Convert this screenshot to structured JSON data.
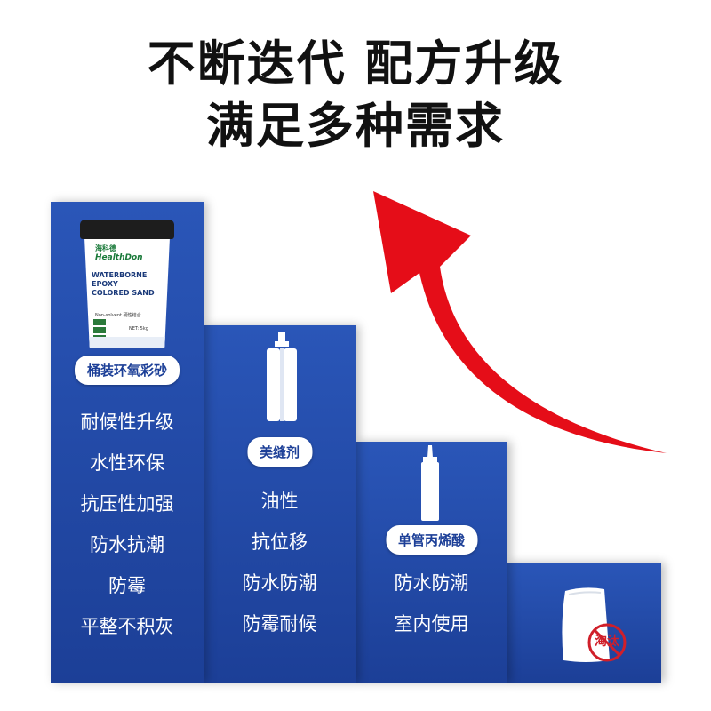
{
  "headline": {
    "line1": "不断迭代 配方升级",
    "line2": "满足多种需求"
  },
  "colors": {
    "step_blue": "#1c3f97",
    "arrow_red": "#e50d18",
    "ban_red": "#d01f2a"
  },
  "steps": [
    {
      "label": "桶装环氧彩砂",
      "image": "bucket-image",
      "product_text": {
        "brand_cn": "海科德",
        "brand_en": "HealthDon",
        "line1": "WATERBORNE",
        "line2": "EPOXY",
        "line3": "COLORED SAND",
        "sub": "Non-solvent 硬性结合",
        "net": "NET: 5kg"
      },
      "features": [
        "耐候性升级",
        "水性环保",
        "抗压性加强",
        "防水抗潮",
        "防霉",
        "平整不积灰"
      ]
    },
    {
      "label": "美缝剂",
      "image": "dual-cartridge-icon",
      "features": [
        "油性",
        "抗位移",
        "防水防潮",
        "防霉耐候"
      ]
    },
    {
      "label": "单管丙烯酸",
      "image": "single-tube-icon",
      "features": [
        "防水防潮",
        "室内使用"
      ]
    },
    {
      "label": "",
      "image": "cement-bag-icon",
      "badge": "淘汰"
    }
  ]
}
